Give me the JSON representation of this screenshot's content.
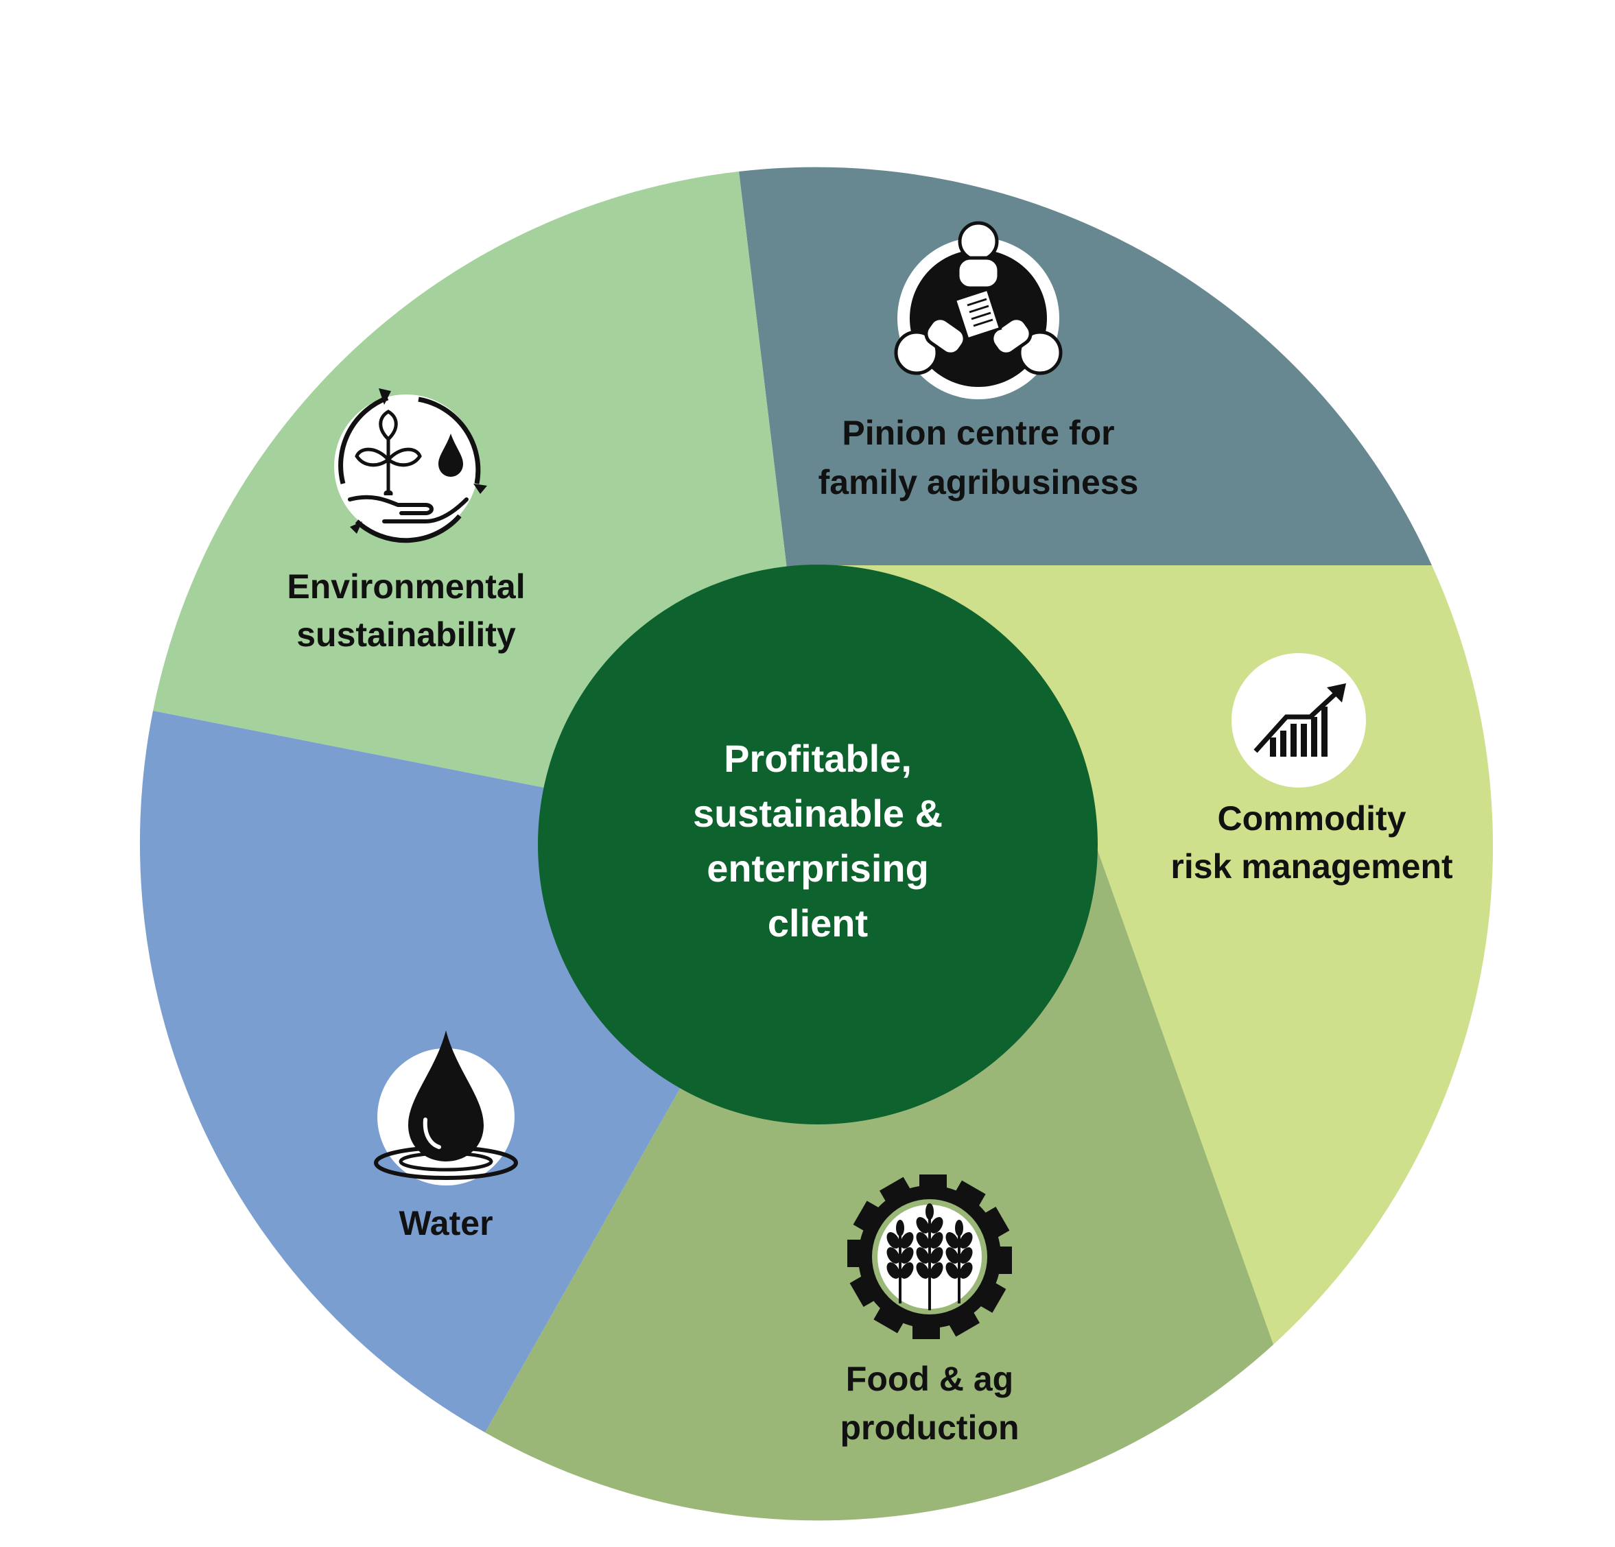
{
  "center": {
    "line1": "Profitable,",
    "line2": "sustainable &",
    "line3": "enterprising",
    "line4": "client"
  },
  "segments": [
    {
      "id": "pinion",
      "line1": "Pinion centre for",
      "line2": "family agribusiness",
      "icon": "people-meeting-icon",
      "color": "#678791"
    },
    {
      "id": "commodity",
      "line1": "Commodity",
      "line2": "risk management",
      "icon": "growth-chart-icon",
      "color": "#cfe08c"
    },
    {
      "id": "food",
      "line1": "Food & ag",
      "line2": "production",
      "icon": "wheat-gear-icon",
      "color": "#9ab777"
    },
    {
      "id": "water",
      "line1": "Water",
      "line2": "",
      "icon": "water-drop-icon",
      "color": "#7b9ed1"
    },
    {
      "id": "environment",
      "line1": "Environmental",
      "line2": "sustainability",
      "icon": "plant-hand-cycle-icon",
      "color": "#a4d19c"
    }
  ],
  "colors": {
    "center": "#0e622e",
    "text_dark": "#111111",
    "text_light": "#ffffff",
    "icon_bg": "#ffffff"
  }
}
